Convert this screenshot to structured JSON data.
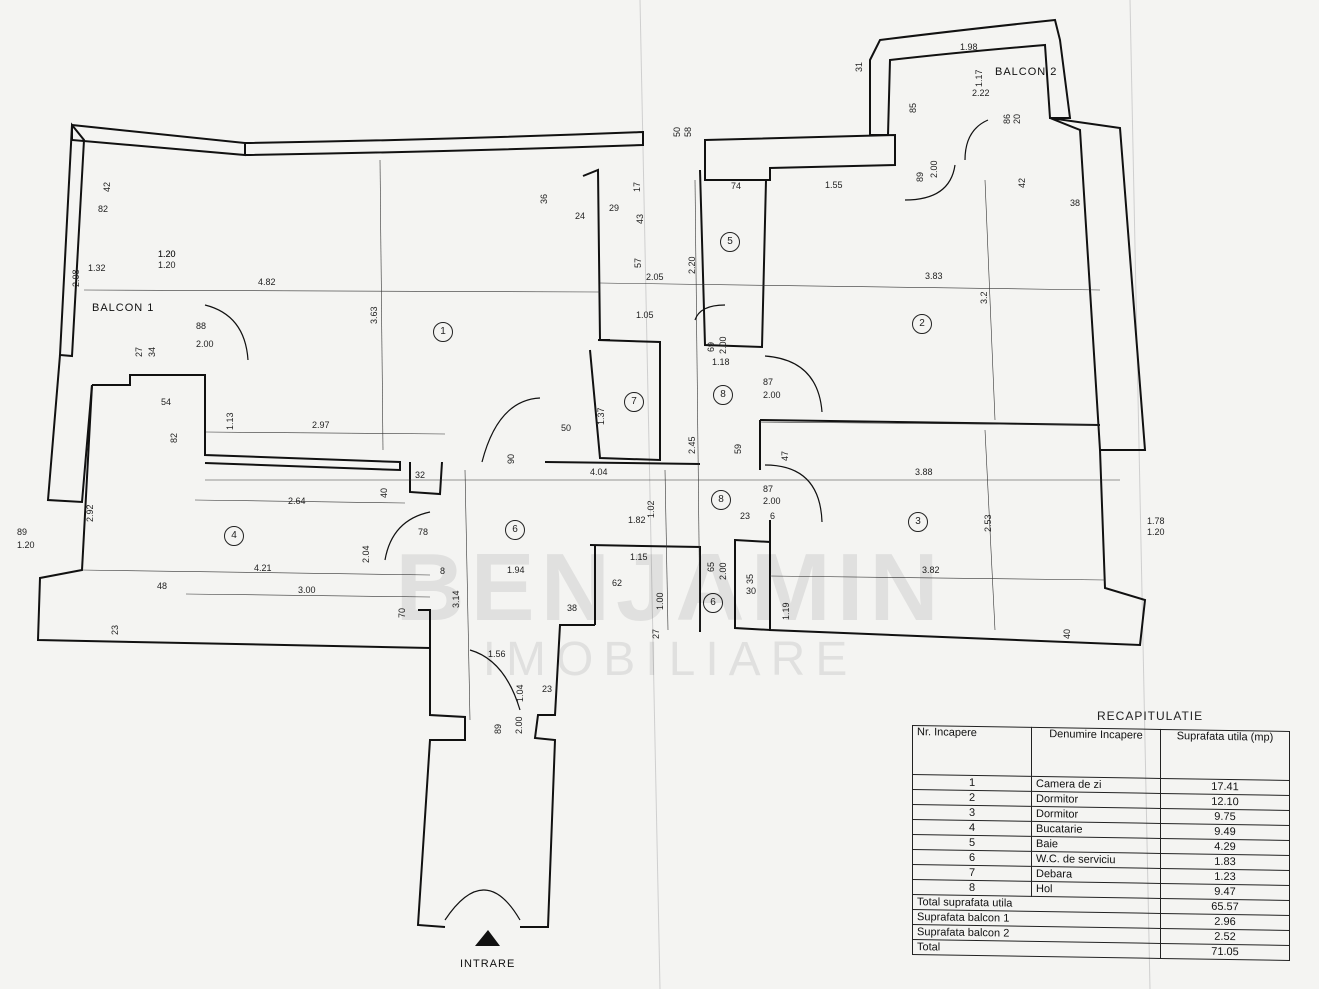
{
  "plan": {
    "rooms": [
      {
        "id": "1"
      },
      {
        "id": "2"
      },
      {
        "id": "3"
      },
      {
        "id": "4"
      },
      {
        "id": "5"
      },
      {
        "id": "6"
      },
      {
        "id": "7"
      },
      {
        "id": "8"
      },
      {
        "id": "8"
      },
      {
        "id": "6"
      }
    ],
    "balcony1": "BALCON 1",
    "balcony2": "BALCON 2",
    "entrance": "INTRARE",
    "dimensions": [
      "4.82",
      "3.63",
      "2.97",
      "2.64",
      "4.21",
      "3.00",
      "1.94",
      "3.83",
      "3.88",
      "3.82",
      "2.53",
      "3.2",
      "4.04",
      "2.45",
      "2.05",
      "2.20",
      "1.18",
      "1.82",
      "1.15",
      "1.56",
      "1.32",
      "2.08",
      "1.20",
      "82",
      "42",
      "88",
      "2.00",
      "1.13",
      "54",
      "82",
      "2.92",
      "48",
      "23",
      "89",
      "1.20",
      "78",
      "2.04",
      "3.14",
      "70",
      "32",
      "40",
      "90",
      "50",
      "1.37",
      "1.02",
      "62",
      "1.00",
      "27",
      "38",
      "1.04",
      "23",
      "89",
      "2.00",
      "65",
      "2.00",
      "35",
      "30",
      "1.19",
      "40",
      "1.78",
      "1.20",
      "87",
      "2.00",
      "59",
      "47",
      "87",
      "2.00",
      "23",
      "6",
      "69",
      "2.00",
      "1.05",
      "74",
      "1.55",
      "36",
      "24",
      "29",
      "43",
      "57",
      "17",
      "50",
      "58",
      "1.98",
      "1.17",
      "2.22",
      "85",
      "86",
      "20",
      "89",
      "2.00",
      "42",
      "38",
      "31",
      "8",
      "27",
      "34",
      "1.20",
      "1.20"
    ]
  },
  "watermark": {
    "line1": "BENJAMIN",
    "line2": "IMOBILIARE"
  },
  "recap": {
    "title": "RECAPITULATIE",
    "headers": {
      "nr": "Nr. Incapere",
      "name": "Denumire Incapere",
      "area": "Suprafata utila (mp)"
    },
    "rows": [
      {
        "nr": "1",
        "name": "Camera de zi",
        "area": "17.41"
      },
      {
        "nr": "2",
        "name": "Dormitor",
        "area": "12.10"
      },
      {
        "nr": "3",
        "name": "Dormitor",
        "area": "9.75"
      },
      {
        "nr": "4",
        "name": "Bucatarie",
        "area": "9.49"
      },
      {
        "nr": "5",
        "name": "Baie",
        "area": "4.29"
      },
      {
        "nr": "6",
        "name": "W.C. de serviciu",
        "area": "1.83"
      },
      {
        "nr": "7",
        "name": "Debara",
        "area": "1.23"
      },
      {
        "nr": "8",
        "name": "Hol",
        "area": "9.47"
      }
    ],
    "totals": [
      {
        "label": "Total suprafata utila",
        "area": "65.57"
      },
      {
        "label": "Suprafata balcon 1",
        "area": "2.96"
      },
      {
        "label": "Suprafata balcon 2",
        "area": "2.52"
      },
      {
        "label": "Total",
        "area": "71.05"
      }
    ]
  }
}
